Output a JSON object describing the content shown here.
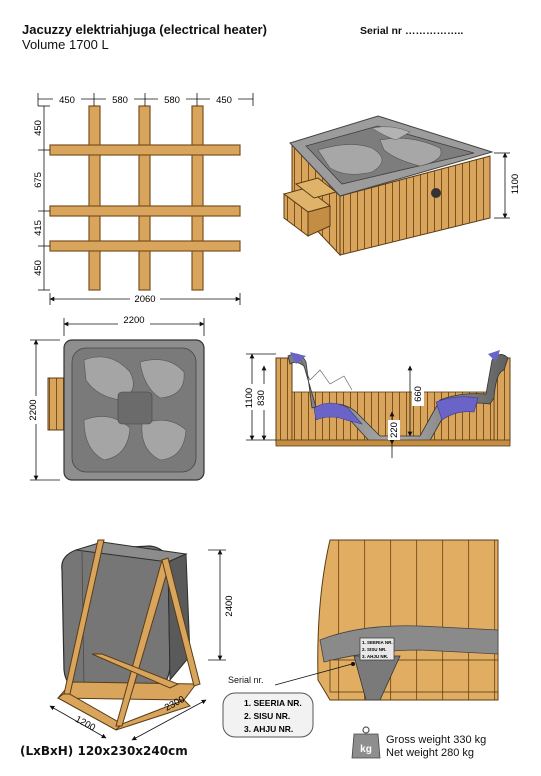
{
  "header": {
    "title": "Jacuzzy elektriahjuga (electrical heater)",
    "subtitle": "Volume 1700 L",
    "serial": "Serial nr …………….."
  },
  "frame_plan": {
    "top_dims": [
      "450",
      "580",
      "580",
      "450"
    ],
    "side_dims": [
      "450",
      "675",
      "415",
      "450"
    ],
    "total_width": "2060"
  },
  "tub_3d": {
    "height_dim": "1100"
  },
  "top_view": {
    "width_dim": "2200",
    "height_dim": "2200"
  },
  "section_view": {
    "dim_1100": "1100",
    "dim_830": "830",
    "dim_660": "660",
    "dim_220": "220"
  },
  "package": {
    "height_dim": "2400",
    "length_dim": "2300",
    "width_dim": "1200",
    "caption": "(LxBxH) 120x230x240cm"
  },
  "serial_plate": {
    "label": "Serial nr.",
    "lines": [
      "1. SEERIA NR.",
      "2. SISU NR.",
      "3. AHJU NR."
    ],
    "small_lines": [
      "1. SEERIA NR.",
      "2. SISU NR.",
      "3. AHJU NR."
    ]
  },
  "weights": {
    "kg_label": "kg",
    "gross": "Gross weight 330 kg",
    "net": "Net weight 280 kg"
  },
  "colors": {
    "wood": "#d9a45c",
    "wood_dark": "#a8742e",
    "acrylic": "#8f8f8f",
    "acrylic_dark": "#6a6a6a",
    "water": "#6a63c8"
  }
}
